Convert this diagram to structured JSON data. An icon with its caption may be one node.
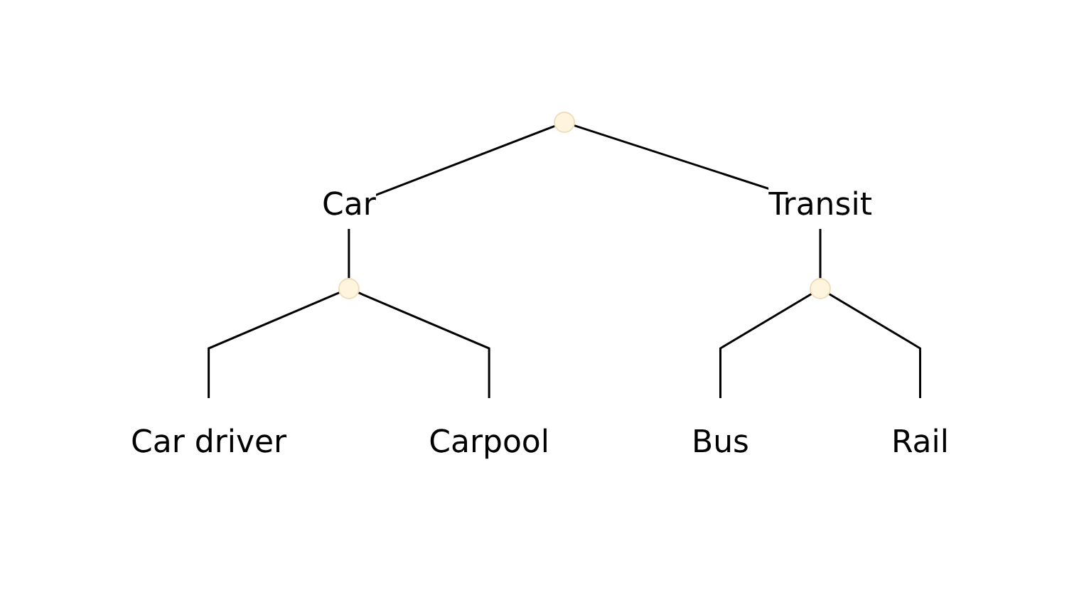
{
  "diagram": {
    "nodes": [
      {
        "text": [],
        "shape": "point"
      },
      {
        "text": [],
        "shape": "point"
      },
      {
        "text": [],
        "shape": "point"
      },
      {
        "text": [
          "Car driver"
        ]
      },
      {
        "text": [
          "Carpool"
        ]
      },
      {
        "text": [
          "Bus"
        ]
      },
      {
        "text": [
          "Rail"
        ]
      }
    ],
    "edges": [
      {
        "from": 0,
        "to": 1,
        "arrow": "none",
        "label": "Car"
      },
      {
        "from": 0,
        "to": 2,
        "arrow": "none",
        "label": "Transit"
      },
      {
        "from": 1,
        "to": 3,
        "arrow": "none"
      },
      {
        "from": 1,
        "to": 4,
        "arrow": "none"
      },
      {
        "from": 2,
        "to": 5,
        "arrow": "none"
      },
      {
        "from": 2,
        "to": 6,
        "arrow": "none"
      }
    ]
  }
}
